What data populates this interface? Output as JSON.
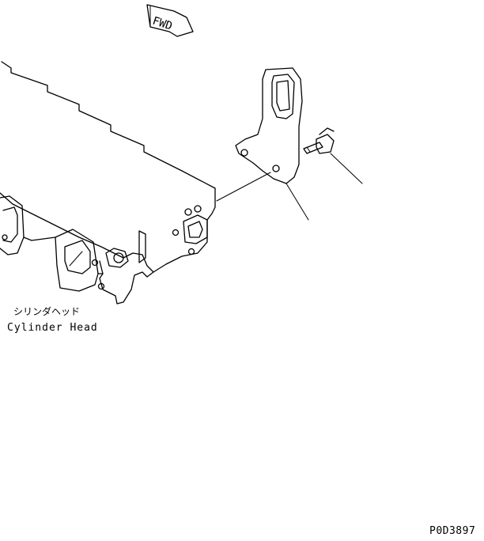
{
  "arrow": {
    "text": "FWD"
  },
  "part_label": {
    "japanese": "シリンダヘッド",
    "english": "Cylinder Head"
  },
  "drawing_number": "P0D3897"
}
